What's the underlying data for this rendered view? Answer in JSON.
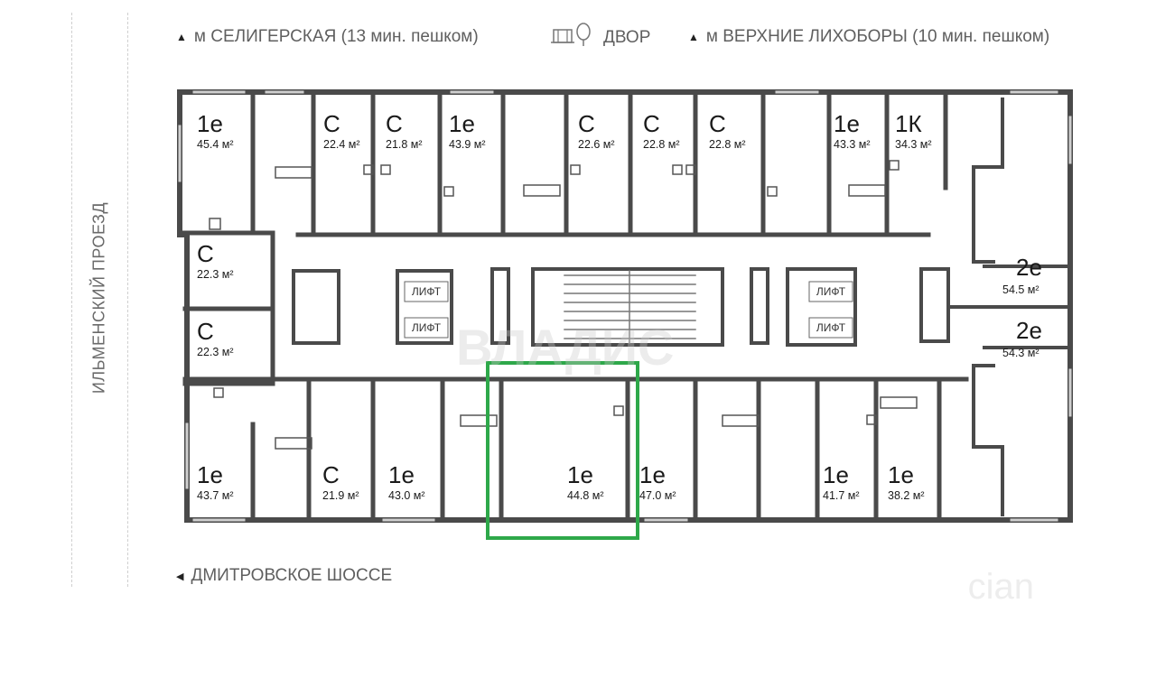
{
  "streets": {
    "left": "ИЛЬМЕНСКИЙ ПРОЕЗД",
    "bottom": "ДМИТРОВСКОЕ ШОССЕ"
  },
  "top_labels": {
    "metro_left": "м СЕЛИГЕРСКАЯ (13 мин. пешком)",
    "yard": "ДВОР",
    "metro_right": "м ВЕРХНИЕ ЛИХОБОРЫ (10 мин. пешком)"
  },
  "lift_label": "ЛИФТ",
  "watermark_text": "ВЛАДИС",
  "watermark2_text": "cian",
  "highlight_color": "#2ea84a",
  "apartments": [
    {
      "id": "a1",
      "type": "1е",
      "area": "45.4 м²"
    },
    {
      "id": "a2",
      "type": "С",
      "area": "22.4 м²"
    },
    {
      "id": "a3",
      "type": "С",
      "area": "21.8 м²"
    },
    {
      "id": "a4",
      "type": "1е",
      "area": "43.9 м²"
    },
    {
      "id": "a5",
      "type": "С",
      "area": "22.6 м²"
    },
    {
      "id": "a6",
      "type": "С",
      "area": "22.8 м²"
    },
    {
      "id": "a7",
      "type": "С",
      "area": "22.8 м²"
    },
    {
      "id": "a8",
      "type": "1е",
      "area": "43.3 м²"
    },
    {
      "id": "a9",
      "type": "1К",
      "area": "34.3 м²"
    },
    {
      "id": "a10",
      "type": "С",
      "area": "22.3 м²"
    },
    {
      "id": "a11",
      "type": "С",
      "area": "22.3 м²"
    },
    {
      "id": "a12",
      "type": "2е",
      "area": "54.5 м²"
    },
    {
      "id": "a13",
      "type": "2е",
      "area": "54.3 м²"
    },
    {
      "id": "a14",
      "type": "1е",
      "area": "43.7 м²"
    },
    {
      "id": "a15",
      "type": "С",
      "area": "21.9 м²"
    },
    {
      "id": "a16",
      "type": "1е",
      "area": "43.0 м²"
    },
    {
      "id": "a17",
      "type": "1е",
      "area": "44.8 м²"
    },
    {
      "id": "a18",
      "type": "1е",
      "area": "47.0 м²"
    },
    {
      "id": "a19",
      "type": "1е",
      "area": "41.7 м²"
    },
    {
      "id": "a20",
      "type": "1е",
      "area": "38.2 м²"
    }
  ]
}
